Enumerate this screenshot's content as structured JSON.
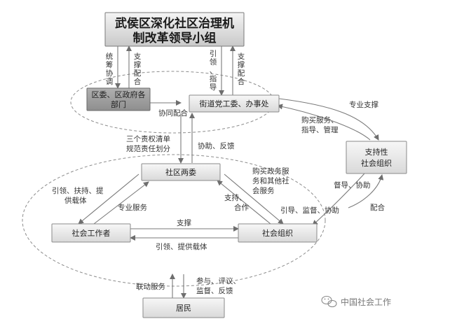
{
  "nodes": {
    "leading_group": {
      "line1": "武侯区深化社区治理机",
      "line2": "制改革领导小组"
    },
    "district_dept": {
      "line1": "区委、区政府各",
      "line2": "部门"
    },
    "street_office": {
      "label": "街道党工委、办事处"
    },
    "community_committee": {
      "label": "社区两委"
    },
    "supporting_org": {
      "line1": "支持性",
      "line2": "社会组织"
    },
    "social_worker": {
      "label": "社会工作者"
    },
    "social_org": {
      "label": "社会组织"
    },
    "residents": {
      "label": "居民"
    }
  },
  "edge_labels": {
    "coordinate": [
      "统",
      "筹",
      "协",
      "调"
    ],
    "support_cooperate_1": [
      "支",
      "撑",
      "配",
      "合"
    ],
    "guide": [
      "引",
      "领",
      "、",
      "指",
      "导"
    ],
    "support_cooperate_2": [
      "支",
      "撑",
      "配",
      "合"
    ],
    "coop_cooperate": "协同配合",
    "professional_support_top": "专业支撑",
    "purchase_guide_manage": {
      "line1": "购买服务、",
      "line2": "指导、管理"
    },
    "three_lists": {
      "line1": "三个责权清单",
      "line2": "规范责任划分"
    },
    "assist_feedback": "协助、反馈",
    "guide_support_carrier": {
      "line1": "引领、扶持、提",
      "line2": "供载体"
    },
    "professional_service": "专业服务",
    "purchase_gov_services": {
      "line1": "购买政务服",
      "line2": "务和其他社",
      "line3": "会服务"
    },
    "support_cooperate_3": {
      "line1": "支持、",
      "line2": "合作"
    },
    "supervise_assist": "督导、协助",
    "guide_supervise_assist": "引导、监督、协助",
    "cooperate": "配合",
    "support": "支撑",
    "guide_provide_carrier": "引领、提供载体",
    "linkage_service": "联动服务",
    "participate_feedback": {
      "line1": "参与、评议、",
      "line2": "监督、反馈"
    }
  },
  "watermark": {
    "text": "中国社会工作"
  }
}
